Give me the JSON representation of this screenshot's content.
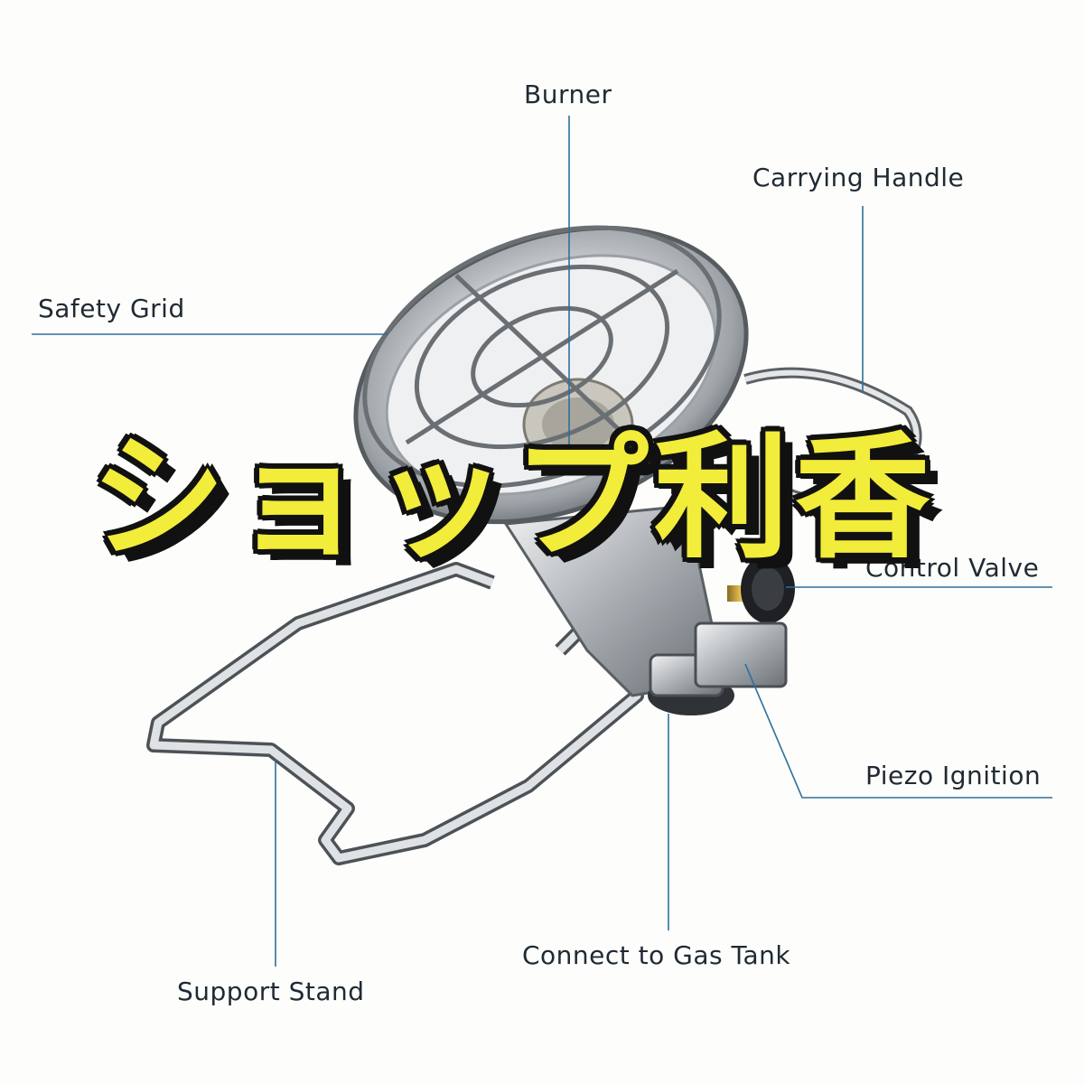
{
  "labels": {
    "burner": "Burner",
    "carrying_handle": "Carrying Handle",
    "safety_grid": "Safety Grid",
    "control_valve": "Control Valve",
    "piezo_ignition": "Piezo Ignition",
    "connect_gas_tank": "Connect to Gas Tank",
    "support_stand": "Support Stand"
  },
  "watermark": "ショップ利香",
  "colors": {
    "background": "#fdfdfb",
    "leader_line": "#2f6f9a",
    "label_text": "#1f2a33",
    "watermark_fill": "#f2ec3a",
    "watermark_outline": "#111111"
  }
}
